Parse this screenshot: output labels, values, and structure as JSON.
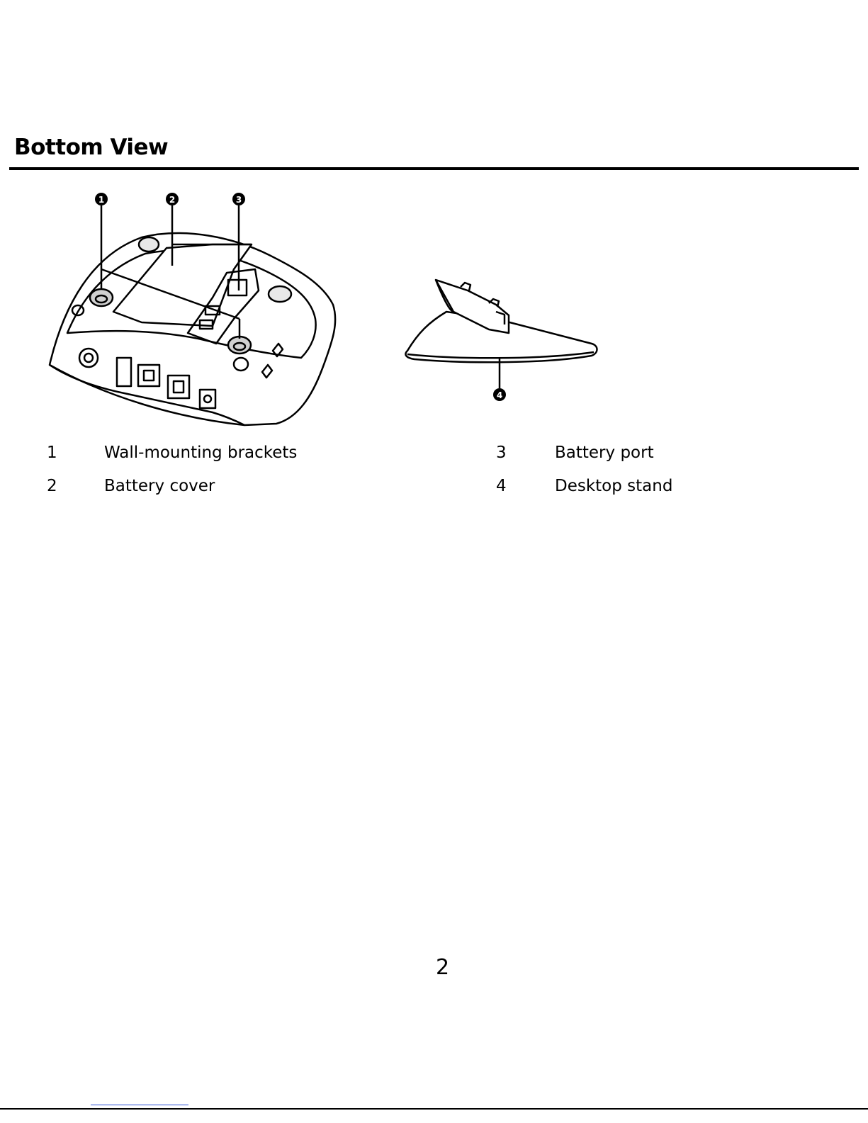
{
  "section": {
    "title": "Bottom View"
  },
  "callouts": [
    "1",
    "2",
    "3",
    "4"
  ],
  "legend": [
    {
      "num": "1",
      "text": "Wall-mounting brackets"
    },
    {
      "num": "2",
      "text": "Battery cover"
    },
    {
      "num": "3",
      "text": "Battery port"
    },
    {
      "num": "4",
      "text": "Desktop stand"
    }
  ],
  "page": {
    "number": "2"
  }
}
